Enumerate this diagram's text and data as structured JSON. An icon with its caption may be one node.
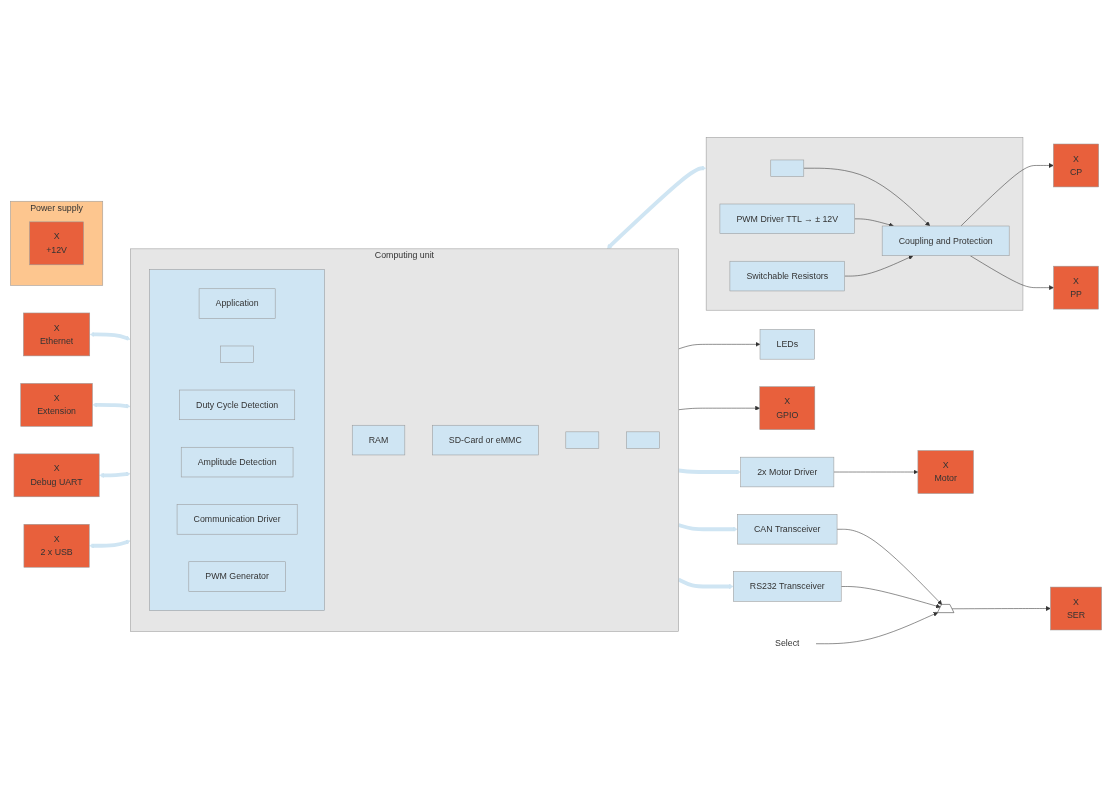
{
  "diagram": {
    "nodes": [
      {
        "text": [
          "Power supply"
        ]
      },
      {
        "text": [
          "X",
          "+12V"
        ],
        "in": 0
      },
      {
        "text": [],
        "shape": "box"
      },
      {
        "text": [],
        "shape": "box",
        "in": 2
      },
      {
        "text": [
          "PWM Driver TTL → ± 12V"
        ],
        "in": 2
      },
      {
        "text": [
          "Switchable Resistors"
        ],
        "in": 2
      },
      {
        "text": [
          "Coupling and Protection"
        ],
        "in": 2
      },
      {
        "text": [
          "X",
          "CP"
        ]
      },
      {
        "text": [
          "X",
          "PP"
        ]
      },
      {
        "text": [
          "Computing unit"
        ]
      },
      {
        "text": [],
        "shape": "box",
        "in": 9
      },
      {
        "text": [
          "Application"
        ],
        "in": 10
      },
      {
        "text": [],
        "shape": "box",
        "in": 10
      },
      {
        "text": [
          "Duty Cycle Detection"
        ],
        "in": 10
      },
      {
        "text": [
          "Amplitude Detection"
        ],
        "in": 10
      },
      {
        "text": [
          "Communication Driver"
        ],
        "in": 10
      },
      {
        "text": [
          "PWM Generator"
        ],
        "in": 10
      },
      {
        "text": [
          "RAM"
        ],
        "in": 9
      },
      {
        "text": [
          "SD-Card or eMMC"
        ],
        "in": 9
      },
      {
        "text": [],
        "shape": "box",
        "in": 9
      },
      {
        "text": [],
        "shape": "box",
        "in": 9
      },
      {
        "text": [
          "X",
          "Ethernet"
        ]
      },
      {
        "text": [
          "X",
          "Extension"
        ]
      },
      {
        "text": [
          "X",
          "Debug UART"
        ]
      },
      {
        "text": [
          "X",
          "2 x USB"
        ]
      },
      {
        "text": [
          "LEDs"
        ]
      },
      {
        "text": [
          "2x Motor Driver"
        ]
      },
      {
        "text": [
          "X",
          "Motor"
        ]
      },
      {
        "text": [
          "X",
          "GPIO"
        ]
      },
      {
        "text": [
          "CAN Transceiver"
        ]
      },
      {
        "text": [
          "RS232 Transceiver"
        ]
      },
      {
        "text": [],
        "shape": "trapezoid"
      },
      {
        "text": [
          "X",
          "SER"
        ]
      },
      {
        "text": [
          "Select"
        ]
      }
    ],
    "edges": [
      {
        "from": 21,
        "to": 9,
        "arrow": "both",
        "style": "thick",
        "color": "#cfe5f3"
      },
      {
        "from": 22,
        "to": 9,
        "arrow": "both",
        "style": "thick",
        "color": "#cfe5f3"
      },
      {
        "from": 23,
        "to": 9,
        "arrow": "both",
        "style": "thick",
        "color": "#cfe5f3"
      },
      {
        "from": 24,
        "to": 9,
        "arrow": "both",
        "style": "thick",
        "color": "#cfe5f3"
      },
      {
        "from": 9,
        "to": 25,
        "arrow": "to"
      },
      {
        "from": 9,
        "to": 2,
        "arrow": "both",
        "style": "thick",
        "color": "#cfe5f3"
      },
      {
        "from": 3,
        "to": 6,
        "arrow": "to"
      },
      {
        "from": 4,
        "to": 6,
        "arrow": "to"
      },
      {
        "from": 5,
        "to": 6,
        "arrow": "to"
      },
      {
        "from": 6,
        "to": 7,
        "arrow": "to"
      },
      {
        "from": 6,
        "to": 8,
        "arrow": "to"
      },
      {
        "from": 9,
        "to": 26,
        "arrow": "to",
        "style": "thick",
        "color": "#cfe5f3"
      },
      {
        "from": 26,
        "to": 27,
        "arrow": "to"
      },
      {
        "from": 9,
        "to": 28,
        "arrow": "to"
      },
      {
        "from": 9,
        "to": 29,
        "arrow": "to",
        "style": "thick",
        "color": "#cfe5f3"
      },
      {
        "from": 9,
        "to": 30,
        "arrow": "to",
        "style": "thick",
        "color": "#cfe5f3"
      },
      {
        "from": 29,
        "to": 31,
        "arrow": "to"
      },
      {
        "from": 30,
        "to": 31,
        "arrow": "to"
      },
      {
        "from": 31,
        "to": 32,
        "arrow": "to"
      },
      {
        "from": 33,
        "to": 31,
        "arrow": "to"
      }
    ]
  }
}
